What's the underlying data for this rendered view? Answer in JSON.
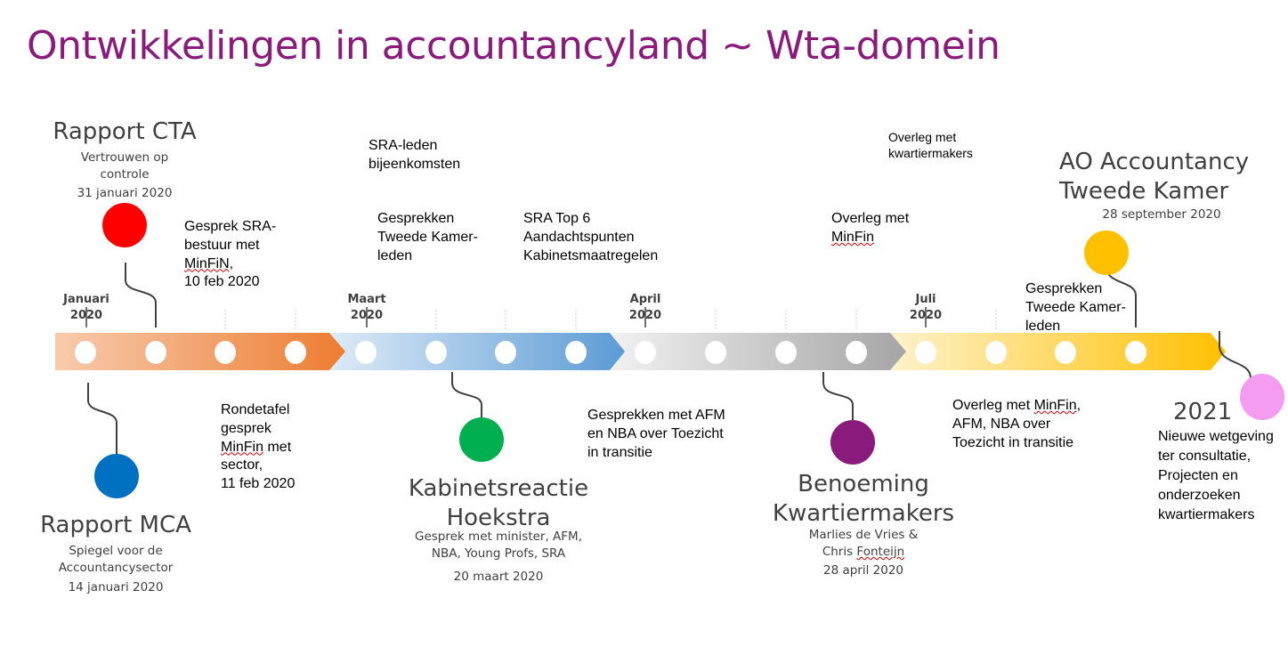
{
  "title": "Ontwikkelingen in accountancyland ~ Wta-domein",
  "colors": {
    "title": "#8b1a7d",
    "orange": "#ed7d31",
    "blue": "#5b9bd5",
    "gray": "#a5a5a5",
    "yellow": "#ffc000"
  },
  "months": [
    "Januari\n2020",
    "Maart\n2020",
    "April\n2020",
    "Juli\n2020"
  ],
  "milestones": {
    "cta": {
      "title": "Rapport CTA",
      "sub": "Vertrouwen op\ncontrole",
      "date": "31 januari 2020",
      "color": "#ff0000"
    },
    "mca": {
      "title": "Rapport MCA",
      "sub": "Spiegel voor de\nAccountancysector",
      "date": "14 januari 2020",
      "color": "#0070c0"
    },
    "hoekstra": {
      "title": "Kabinetsreactie\nHoekstra",
      "sub": "Gesprek met minister, AFM,\nNBA, Young Profs, SRA",
      "date": "20 maart 2020",
      "color": "#00b050"
    },
    "kwartier": {
      "title": "Benoeming\nKwartiermakers",
      "sub1": "Marlies de Vries &",
      "sub2a": "Chris ",
      "sub2b": "Fonteijn",
      "date": "28 april 2020",
      "color": "#8b1a7d"
    },
    "ao": {
      "title": "AO Accountancy\nTweede Kamer",
      "date": "28 september 2020",
      "color": "#ffc000"
    },
    "y2021": {
      "title": "2021",
      "sub": "Nieuwe wetgeving\nter consultatie,\nProjecten en\nonderzoeken\nkwartiermakers",
      "color": "#f49cf0"
    }
  },
  "events": {
    "sra_bestuur_a": "Gesprek SRA-\nbestuur met",
    "sra_bestuur_b": "MinFiN",
    "sra_bestuur_c": "10 feb 2020",
    "sra_leden": "SRA-leden\nbijeenkomsten",
    "tk_leden": "Gesprekken\nTweede Kamer-\nleden",
    "top6": "SRA Top 6\nAandachtspunten\nKabinetsmaatregelen",
    "overleg_kw": "Overleg met\nkwartiermakers",
    "overleg_minfin_a": "Overleg met",
    "overleg_minfin_b": "MinFin",
    "tk_leden2": "Gesprekken\nTweede Kamer-\nleden",
    "rondetafel_a": "Rondetafel\ngesprek",
    "rondetafel_b": "MinFin",
    "rondetafel_c": " met\nsector,\n11 feb 2020",
    "afm_nba": "Gesprekken met AFM\nen NBA over Toezicht\nin transitie",
    "toezicht_a": "Overleg met ",
    "toezicht_b": "MinFin",
    "toezicht_c": ",\nAFM, NBA over\nToezicht in transitie"
  }
}
